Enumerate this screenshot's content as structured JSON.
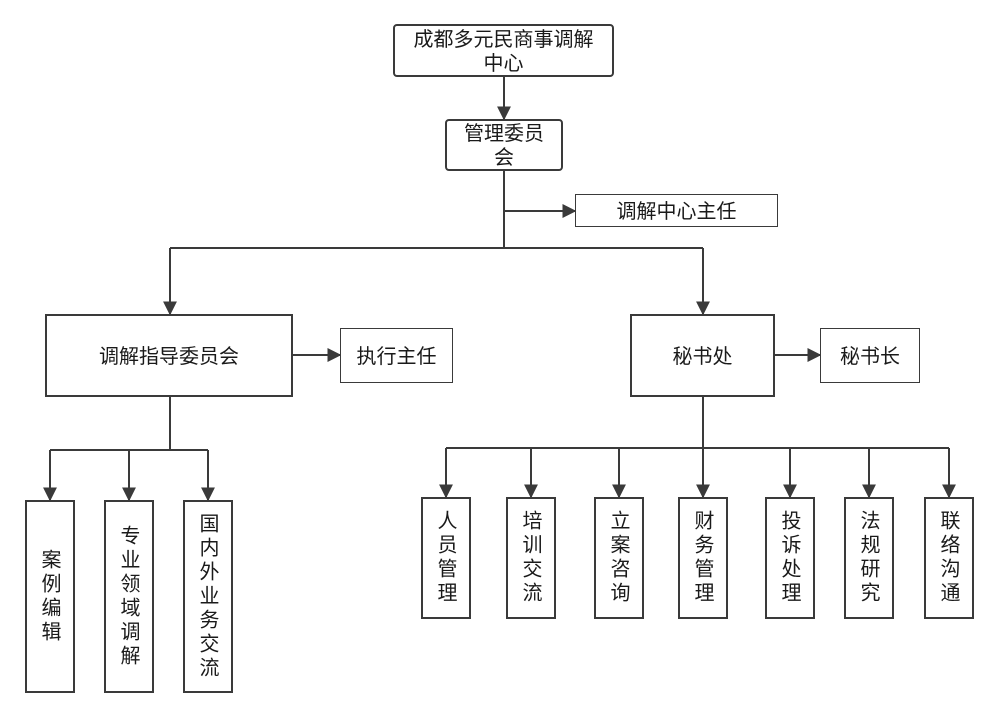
{
  "nodes": {
    "center": "成都多元民商事调解中心",
    "management_committee": "管理委员会",
    "center_director": "调解中心主任",
    "guidance_committee": "调解指导委员会",
    "executive_director": "执行主任",
    "secretariat": "秘书处",
    "secretary_general": "秘书长"
  },
  "guidance_children": [
    "案例编辑",
    "专业领域调解",
    "国内外业务交流"
  ],
  "secretariat_children": [
    "人员管理",
    "培训交流",
    "立案咨询",
    "财务管理",
    "投诉处理",
    "法规研究",
    "联络沟通"
  ]
}
